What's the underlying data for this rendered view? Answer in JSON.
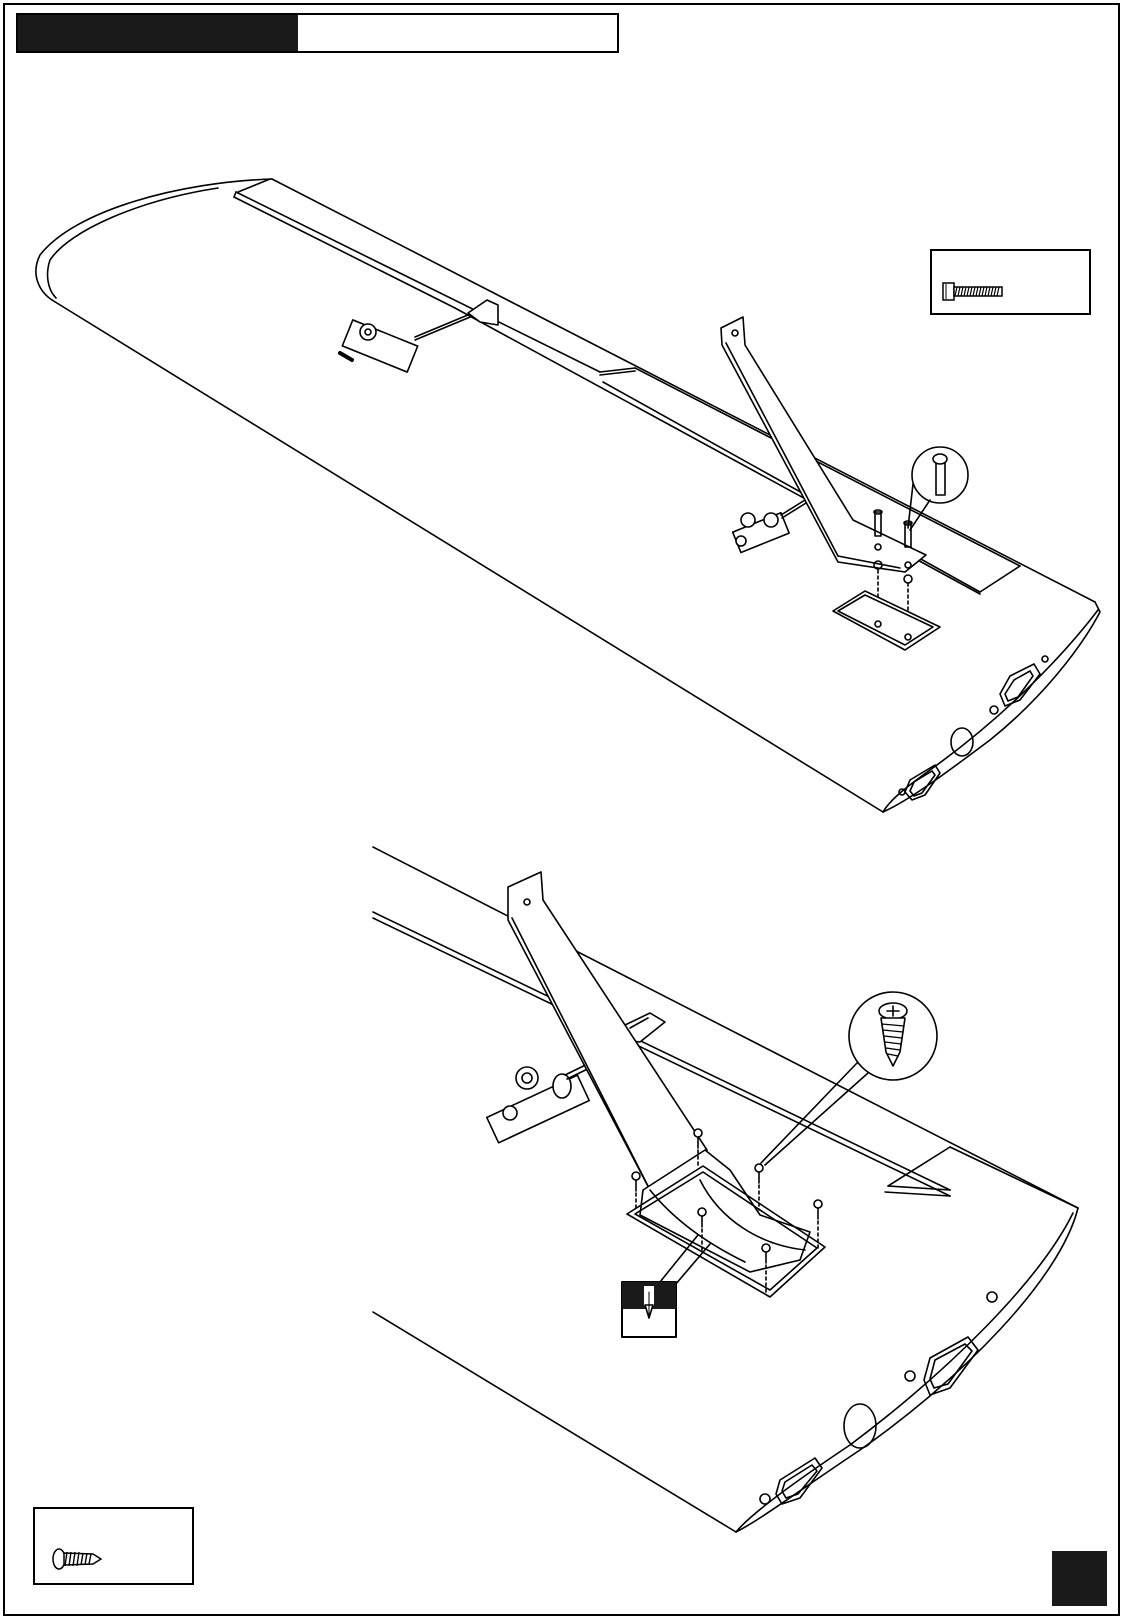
{
  "header": {
    "title": ""
  },
  "page": {
    "number": ""
  },
  "hardware": [
    {
      "name": "machine-bolt",
      "icon": "bolt-icon"
    },
    {
      "name": "wood-screw",
      "icon": "screw-icon"
    }
  ],
  "figures": [
    {
      "name": "wing-strut-bolt-mount",
      "icon": "wing-icon"
    },
    {
      "name": "wing-strut-screw-mount",
      "icon": "wing-icon"
    }
  ]
}
